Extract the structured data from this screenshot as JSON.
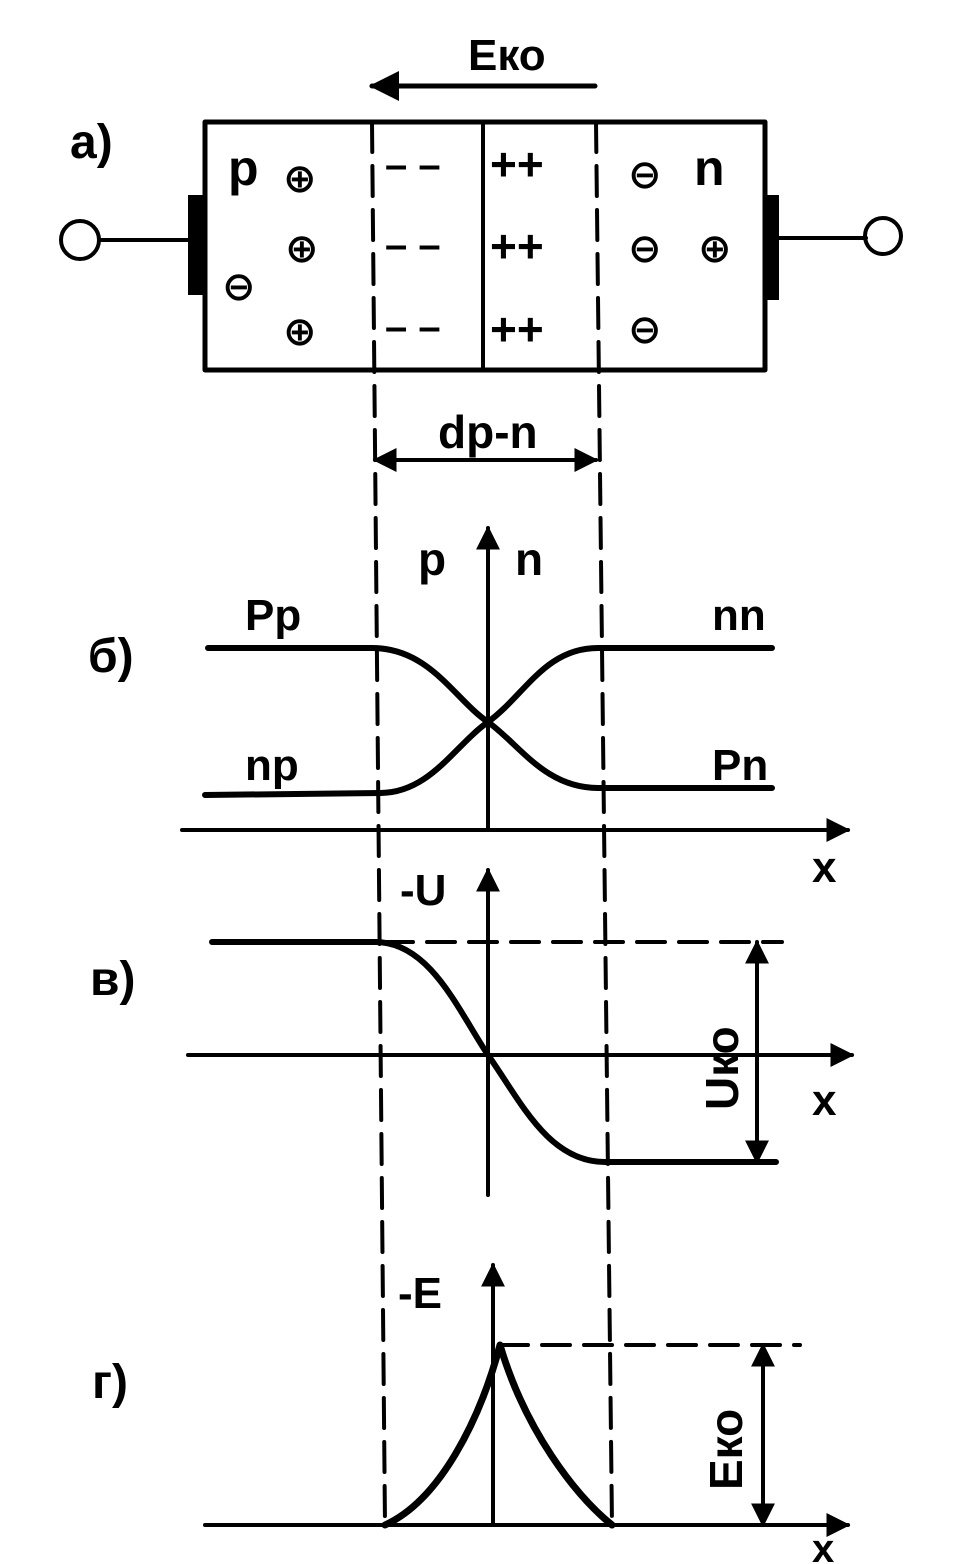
{
  "part_labels": {
    "a": "а)",
    "b": "б)",
    "v": "в)",
    "g": "г)"
  },
  "field_label": "Eко",
  "regions": {
    "p": "p",
    "n": "n"
  },
  "charges": {
    "hole": "⊕",
    "electron": "⊖",
    "acceptor_ions": "– –",
    "donor_ions": "++"
  },
  "width_label": "dp-n",
  "concentration": {
    "axis_label_p": "p",
    "axis_label_n": "n",
    "pp": "Pp",
    "np": "np",
    "nn": "nn",
    "pn": "Pn",
    "x_axis": "x"
  },
  "potential": {
    "y_axis": "-U",
    "barrier": "Uко",
    "x_axis": "x"
  },
  "field": {
    "y_axis": "-E",
    "peak": "Eко",
    "x_axis": "x"
  }
}
